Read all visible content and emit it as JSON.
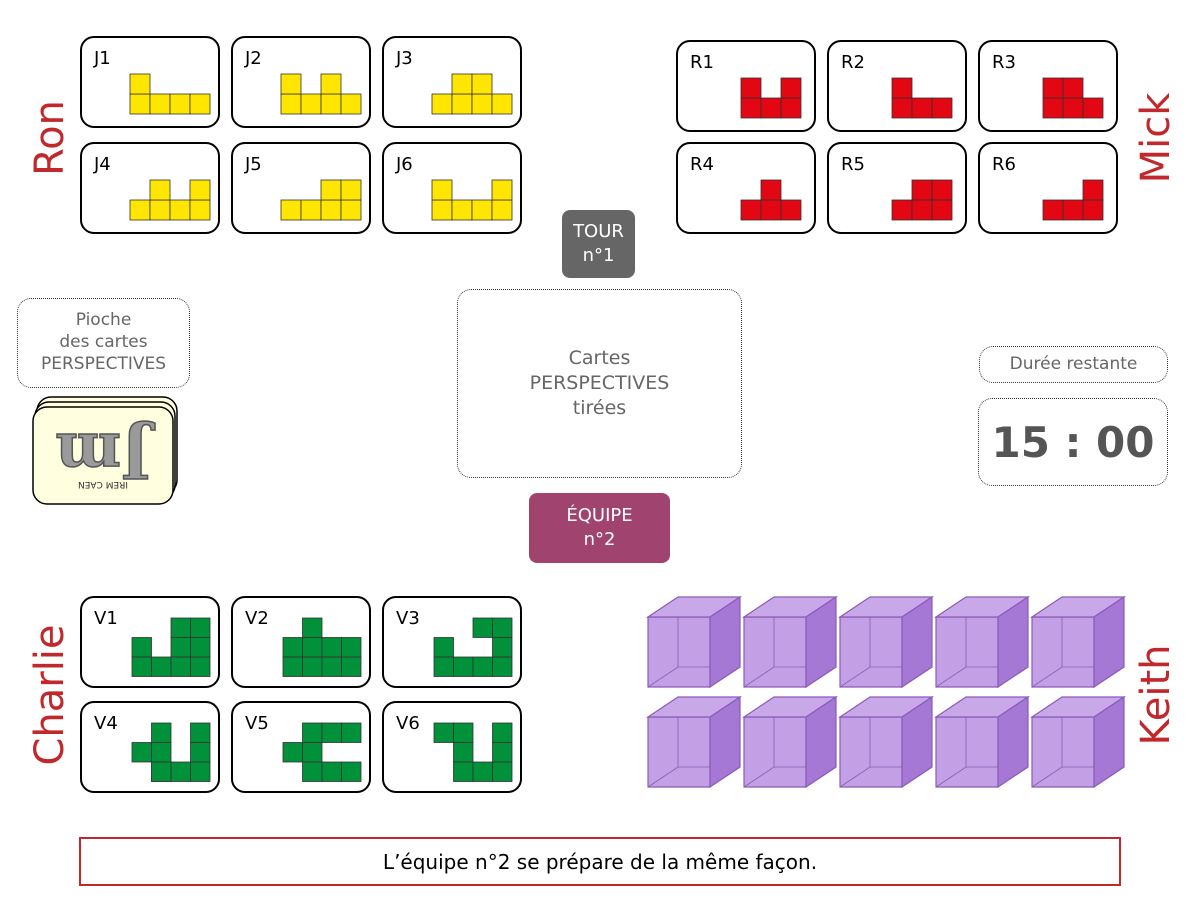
{
  "players": {
    "ron": "Ron",
    "mick": "Mick",
    "charlie": "Charlie",
    "keith": "Keith"
  },
  "colors": {
    "yellow": "#ffe600",
    "red": "#e30613",
    "green": "#00913a",
    "purple": "#b98fe0",
    "name_red": "#c0282c",
    "tour_gray": "#666666",
    "equipe_purple": "#a0446f"
  },
  "yellow_cards": [
    "J1",
    "J2",
    "J3",
    "J4",
    "J5",
    "J6"
  ],
  "red_cards": [
    "R1",
    "R2",
    "R3",
    "R4",
    "R5",
    "R6"
  ],
  "green_cards": [
    "V1",
    "V2",
    "V3",
    "V4",
    "V5",
    "V6"
  ],
  "tour": {
    "line1": "TOUR",
    "line2": "n°1"
  },
  "equipe": {
    "line1": "ÉQUIPE",
    "line2": "n°2"
  },
  "pioche": {
    "line1": "Pioche",
    "line2": "des cartes",
    "line3": "PERSPECTIVES"
  },
  "center": {
    "line1": "Cartes",
    "line2": "PERSPECTIVES",
    "line3": "tirées"
  },
  "duree": "Durée restante",
  "timer": "15 : 00",
  "banner": "L’équipe n°2 se prépare de la même façon.",
  "deck_icon": "jm-logo-card-stack-icon",
  "cube_count": 10
}
